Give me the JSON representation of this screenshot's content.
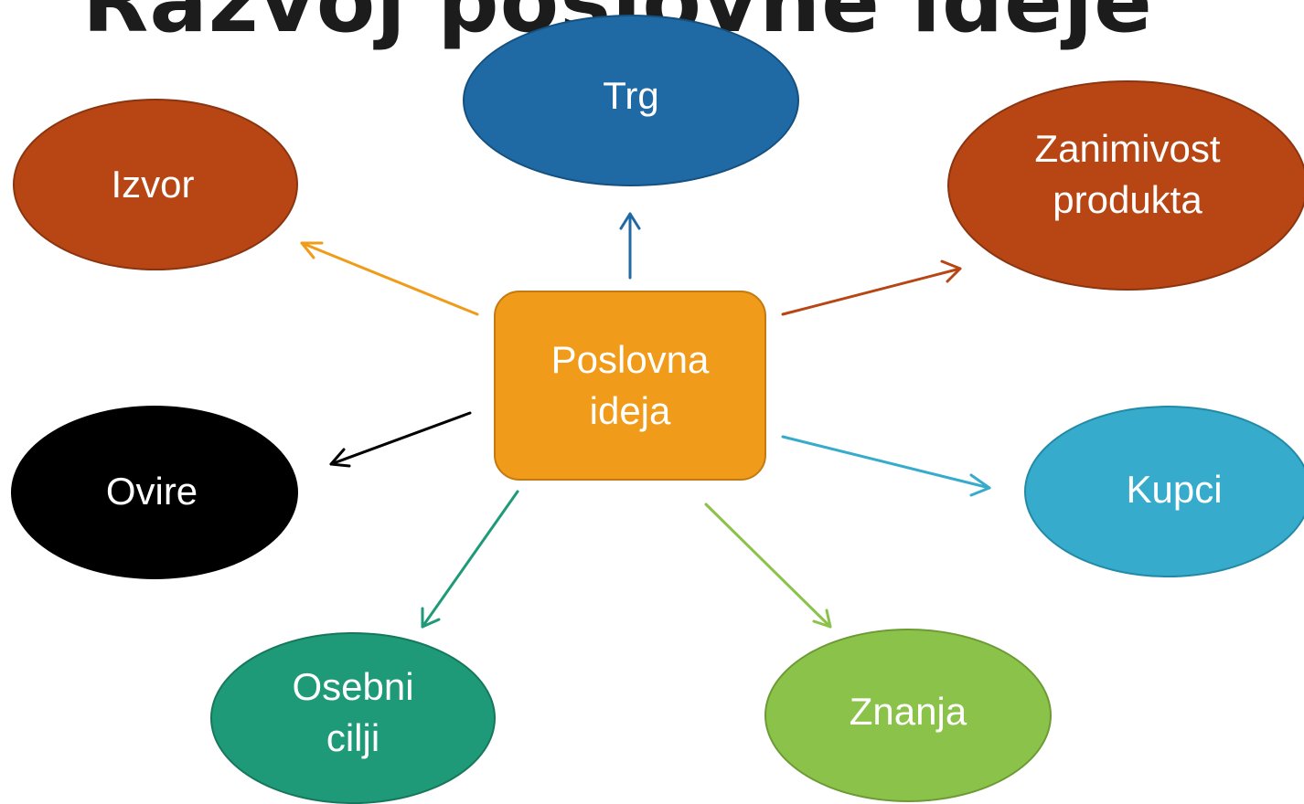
{
  "title": "Razvoj poslovne ideje",
  "center": {
    "line1": "Poslovna",
    "line2": "ideja",
    "color": "#f09b1a"
  },
  "nodes": {
    "trg": {
      "label": "Trg",
      "color": "#1f6aa5"
    },
    "izvor": {
      "label": "Izvor",
      "color": "#b84615"
    },
    "zanimivost": {
      "line1": "Zanimivost",
      "line2": "produkta",
      "color": "#b84615"
    },
    "ovire": {
      "label": "Ovire",
      "color": "#000000"
    },
    "kupci": {
      "label": "Kupci",
      "color": "#36abcb"
    },
    "osebni": {
      "line1": "Osebni",
      "line2": "cilji",
      "color": "#1f9a78"
    },
    "znanja": {
      "label": "Znanja",
      "color": "#8bc24a"
    }
  }
}
